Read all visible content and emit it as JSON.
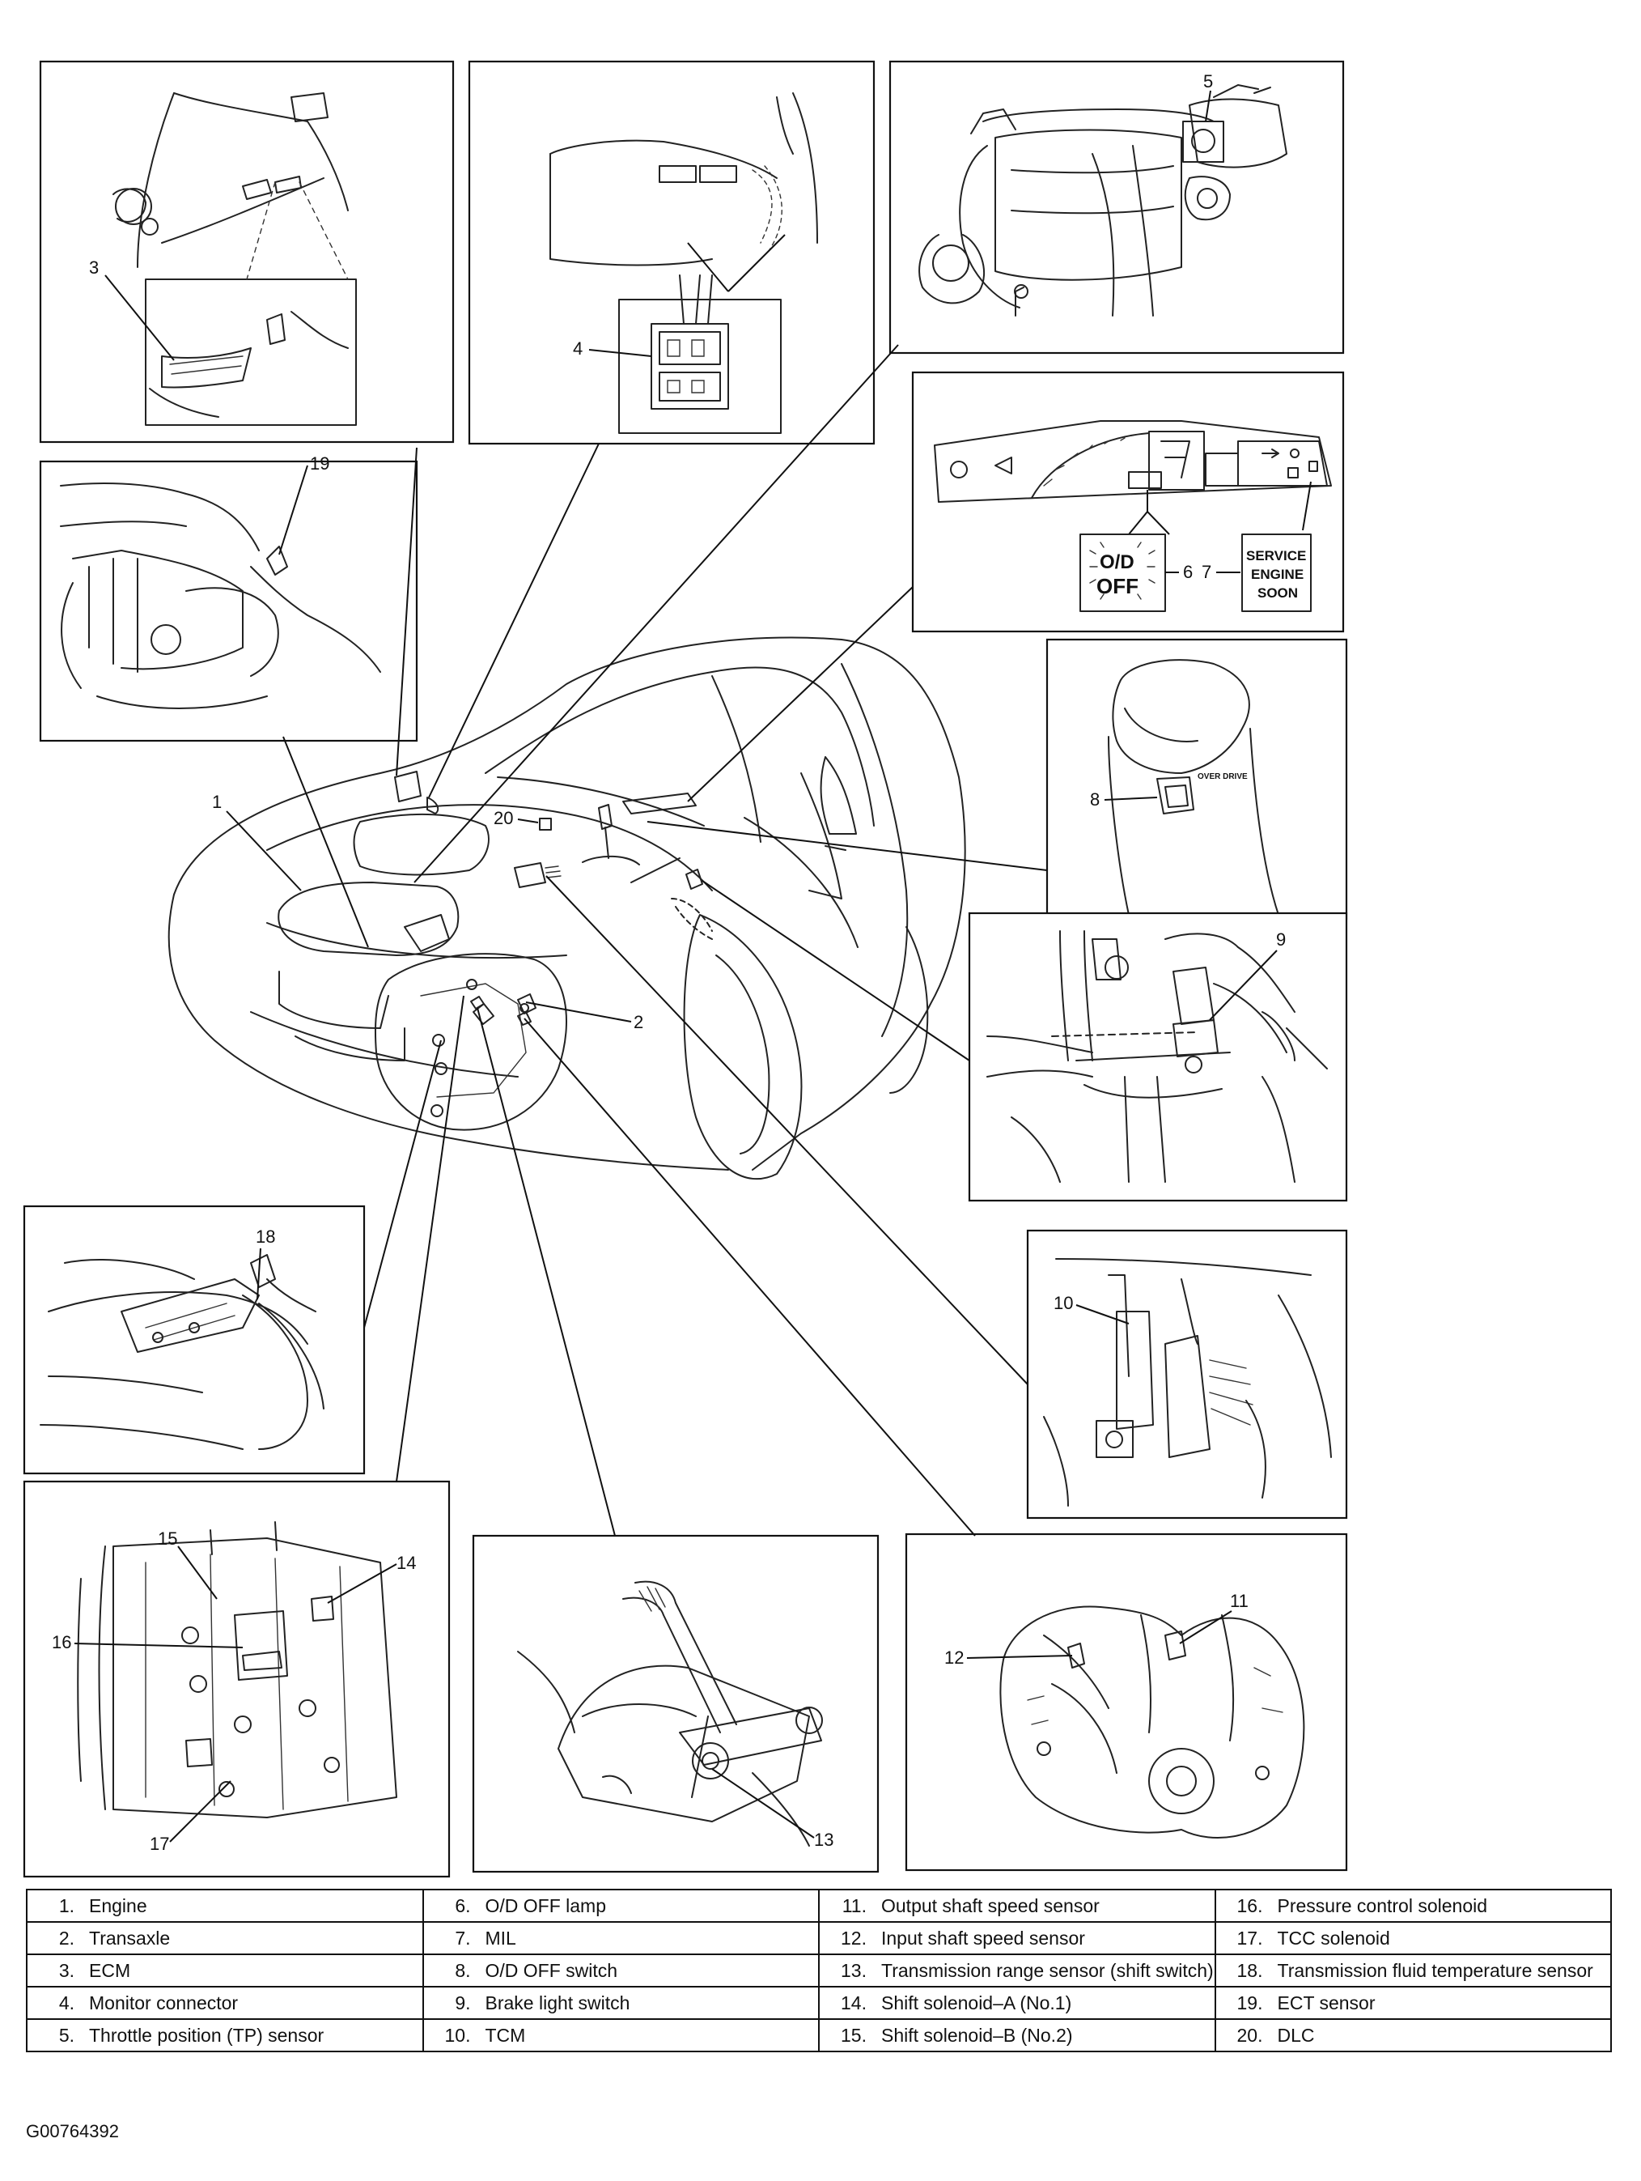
{
  "callouts": {
    "c1": "1",
    "c2": "2",
    "c3": "3",
    "c4": "4",
    "c5": "5",
    "c6": "6",
    "c7": "7",
    "c8": "8",
    "c9": "9",
    "c10": "10",
    "c11": "11",
    "c12": "12",
    "c13": "13",
    "c14": "14",
    "c15": "15",
    "c16": "16",
    "c17": "17",
    "c18": "18",
    "c19": "19",
    "c20": "20"
  },
  "lamps": {
    "od_line1": "O/D",
    "od_line2": "OFF",
    "mil_line1": "SERVICE",
    "mil_line2": "ENGINE",
    "mil_line3": "SOON",
    "shift_button_text": "OVER DRIVE"
  },
  "legend": [
    [
      {
        "num": "1.",
        "label": "Engine"
      },
      {
        "num": "6.",
        "label": "O/D OFF lamp"
      },
      {
        "num": "11.",
        "label": "Output shaft speed sensor"
      },
      {
        "num": "16.",
        "label": "Pressure control solenoid"
      }
    ],
    [
      {
        "num": "2.",
        "label": "Transaxle"
      },
      {
        "num": "7.",
        "label": "MIL"
      },
      {
        "num": "12.",
        "label": "Input shaft speed sensor"
      },
      {
        "num": "17.",
        "label": "TCC solenoid"
      }
    ],
    [
      {
        "num": "3.",
        "label": "ECM"
      },
      {
        "num": "8.",
        "label": "O/D OFF switch"
      },
      {
        "num": "13.",
        "label": "Transmission range sensor (shift switch)"
      },
      {
        "num": "18.",
        "label": "Transmission fluid temperature sensor"
      }
    ],
    [
      {
        "num": "4.",
        "label": "Monitor connector"
      },
      {
        "num": "9.",
        "label": "Brake light switch"
      },
      {
        "num": "14.",
        "label": "Shift solenoid–A (No.1)"
      },
      {
        "num": "19.",
        "label": "ECT sensor"
      }
    ],
    [
      {
        "num": "5.",
        "label": "Throttle position (TP) sensor"
      },
      {
        "num": "10.",
        "label": "TCM"
      },
      {
        "num": "15.",
        "label": "Shift solenoid–B (No.2)"
      },
      {
        "num": "20.",
        "label": "DLC"
      }
    ]
  ],
  "figure_id": "G00764392"
}
